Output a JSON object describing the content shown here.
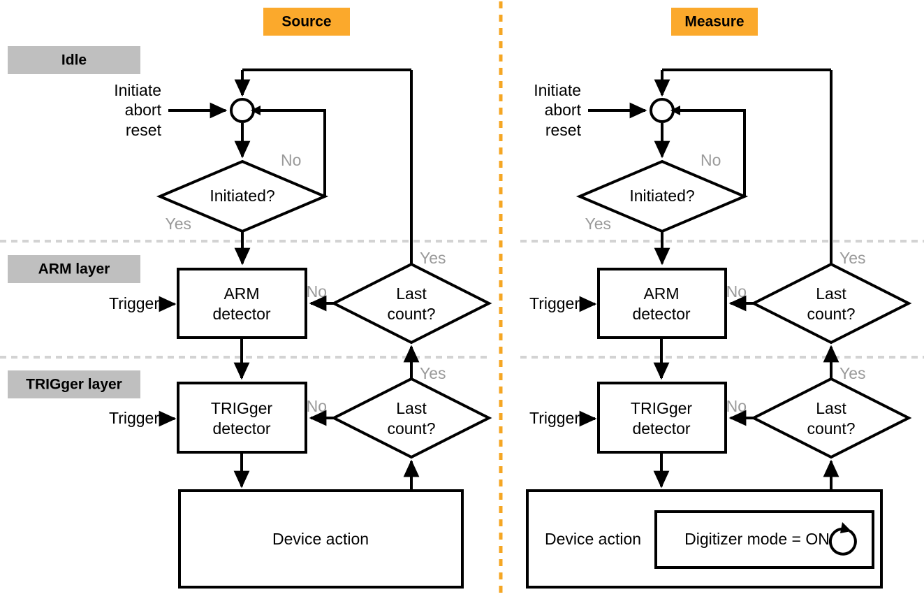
{
  "diagram": {
    "title": "Trigger model: Source and Measure blocks",
    "colors": {
      "banner_accent": "#fba92c",
      "layer_label_bg": "#bfbfbf",
      "branch_label": "#9a9a9a",
      "separator_dashed": "#d3d3d3",
      "divider_orange": "#f5a623",
      "line": "#000000",
      "background": "#ffffff"
    },
    "panels": [
      {
        "id": "source",
        "banner": "Source",
        "entry_label_lines": [
          "Initiate",
          "abort",
          "reset"
        ],
        "decision_initiated": "Initiated?",
        "branch_initiated_no": "No",
        "branch_initiated_yes": "Yes",
        "arm_detector_lines": [
          "ARM",
          "detector"
        ],
        "arm_trigger_label": "Trigger",
        "arm_last_count_lines": [
          "Last",
          "count?"
        ],
        "arm_branch_no": "No",
        "arm_branch_yes": "Yes",
        "trigger_detector_lines": [
          "TRIGger",
          "detector"
        ],
        "trig_trigger_label": "Trigger",
        "trig_last_count_lines": [
          "Last",
          "count?"
        ],
        "trig_branch_no": "No",
        "trig_branch_yes": "Yes",
        "device_action": "Device action",
        "device_action_badge": null
      },
      {
        "id": "measure",
        "banner": "Measure",
        "entry_label_lines": [
          "Initiate",
          "abort",
          "reset"
        ],
        "decision_initiated": "Initiated?",
        "branch_initiated_no": "No",
        "branch_initiated_yes": "Yes",
        "arm_detector_lines": [
          "ARM",
          "detector"
        ],
        "arm_trigger_label": "Trigger",
        "arm_last_count_lines": [
          "Last",
          "count?"
        ],
        "arm_branch_no": "No",
        "arm_branch_yes": "Yes",
        "trigger_detector_lines": [
          "TRIGger",
          "detector"
        ],
        "trig_trigger_label": "Trigger",
        "trig_last_count_lines": [
          "Last",
          "count?"
        ],
        "trig_branch_no": "No",
        "trig_branch_yes": "Yes",
        "device_action": "Device action",
        "device_action_badge": "Digitizer mode = ON"
      }
    ],
    "layer_labels": [
      {
        "id": "idle",
        "label": "Idle"
      },
      {
        "id": "arm",
        "label": "ARM layer"
      },
      {
        "id": "trigger",
        "label": "TRIGger layer"
      }
    ]
  }
}
